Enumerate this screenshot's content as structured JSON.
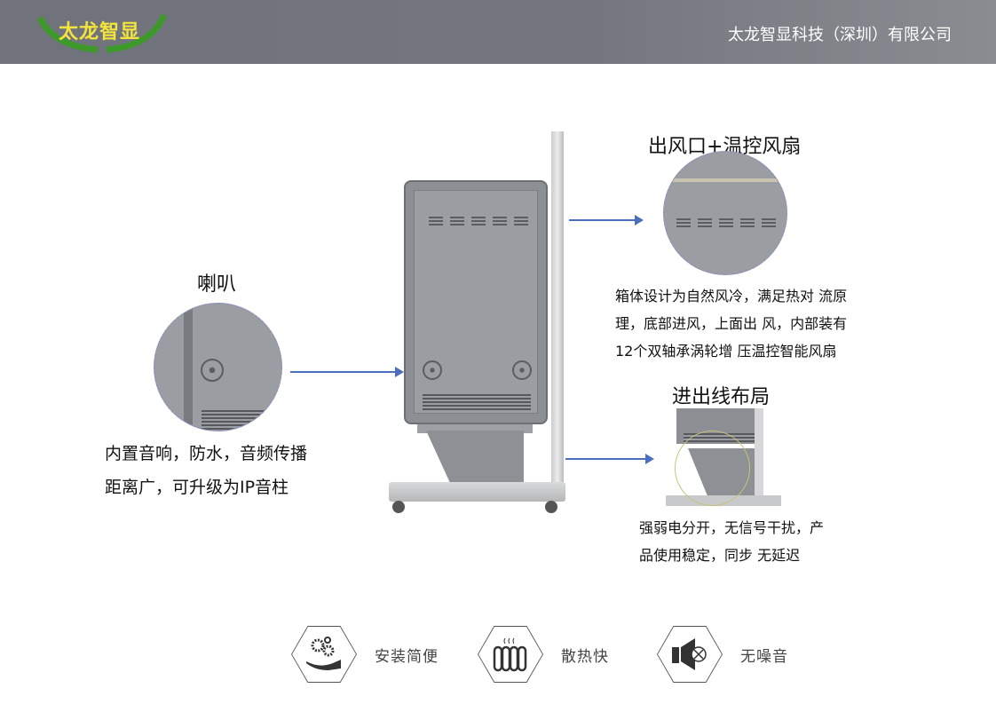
{
  "header": {
    "logo_text": "太龙智显",
    "company": "太龙智显科技（深圳）有限公司"
  },
  "callouts": {
    "speaker": {
      "title": "喇叭",
      "desc": [
        "内置音响，防水，音频传播",
        "距离广，可升级为IP音柱"
      ]
    },
    "fan": {
      "title": "出风口+温控风扇",
      "desc": [
        "箱体设计为自然风冷，满足热对 流原",
        "理，底部进风，上面出 风，内部装有",
        "12个双轴承涡轮增 压温控智能风扇"
      ]
    },
    "cable": {
      "title": "进出线布局",
      "desc": [
        "强弱电分开，无信号干扰，产",
        "品使用稳定，同步 无延迟"
      ]
    }
  },
  "features": [
    {
      "label": "安装简便",
      "icon": "gears-hand-icon"
    },
    {
      "label": "散热快",
      "icon": "radiator-icon"
    },
    {
      "label": "无噪音",
      "icon": "speaker-mute-icon"
    }
  ],
  "colors": {
    "header": "#70727c",
    "logo": "#f2e43c",
    "arrow": "#4a6fc0"
  }
}
